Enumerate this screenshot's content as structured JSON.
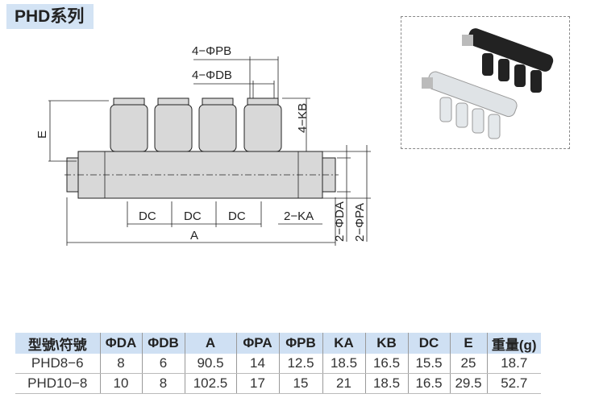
{
  "title": "PHD系列",
  "diagram": {
    "labels": {
      "pb": "4−ΦPB",
      "db": "4−ΦDB",
      "kb": "4−KB",
      "e": "E",
      "dc1": "DC",
      "dc2": "DC",
      "dc3": "DC",
      "ka": "2−KA",
      "a": "A",
      "da": "2−ΦDA",
      "pa": "2−ΦPA"
    }
  },
  "table": {
    "headers": [
      "型號\\符號",
      "ΦDA",
      "ΦDB",
      "A",
      "ΦPA",
      "ΦPB",
      "KA",
      "KB",
      "DC",
      "E",
      "重量(g)"
    ],
    "rows": [
      [
        "PHD8−6",
        "8",
        "6",
        "90.5",
        "14",
        "12.5",
        "18.5",
        "16.5",
        "15.5",
        "25",
        "18.7"
      ],
      [
        "PHD10−8",
        "10",
        "8",
        "102.5",
        "17",
        "15",
        "21",
        "18.5",
        "16.5",
        "29.5",
        "52.7"
      ]
    ]
  }
}
